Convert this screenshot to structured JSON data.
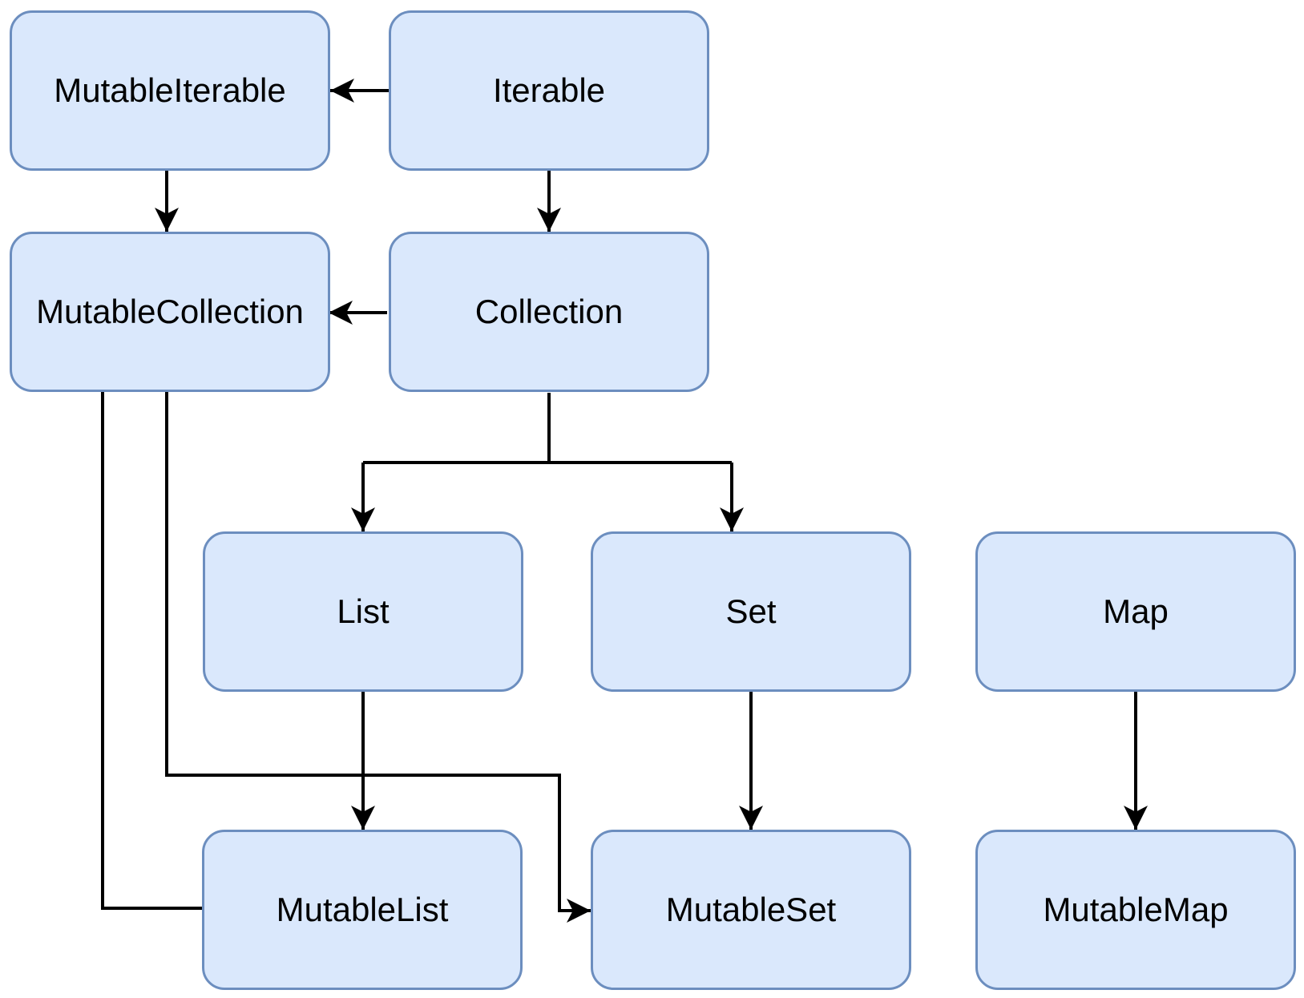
{
  "diagram": {
    "nodes": {
      "mutableIterable": {
        "label": "MutableIterable"
      },
      "iterable": {
        "label": "Iterable"
      },
      "mutableCollection": {
        "label": "MutableCollection"
      },
      "collection": {
        "label": "Collection"
      },
      "list": {
        "label": "List"
      },
      "set": {
        "label": "Set"
      },
      "map": {
        "label": "Map"
      },
      "mutableList": {
        "label": "MutableList"
      },
      "mutableSet": {
        "label": "MutableSet"
      },
      "mutableMap": {
        "label": "MutableMap"
      }
    },
    "edges": [
      {
        "from": "Iterable",
        "to": "MutableIterable",
        "arrowhead": true
      },
      {
        "from": "MutableIterable",
        "to": "MutableCollection",
        "arrowhead": true
      },
      {
        "from": "Iterable",
        "to": "Collection",
        "arrowhead": true
      },
      {
        "from": "Collection",
        "to": "MutableCollection",
        "arrowhead": true
      },
      {
        "from": "Collection",
        "to": "List",
        "arrowhead": true
      },
      {
        "from": "Collection",
        "to": "Set",
        "arrowhead": true
      },
      {
        "from": "List",
        "to": "MutableList",
        "arrowhead": true
      },
      {
        "from": "Set",
        "to": "MutableSet",
        "arrowhead": true
      },
      {
        "from": "Map",
        "to": "MutableMap",
        "arrowhead": true
      },
      {
        "from": "MutableCollection",
        "to": "MutableList",
        "arrowhead": false
      },
      {
        "from": "MutableCollection",
        "to": "MutableSet",
        "arrowhead": true
      }
    ],
    "colors": {
      "node_fill": "#dae8fc",
      "node_border": "#6c8ebf",
      "connector": "#000000",
      "text": "#000000",
      "background": "#ffffff"
    }
  }
}
